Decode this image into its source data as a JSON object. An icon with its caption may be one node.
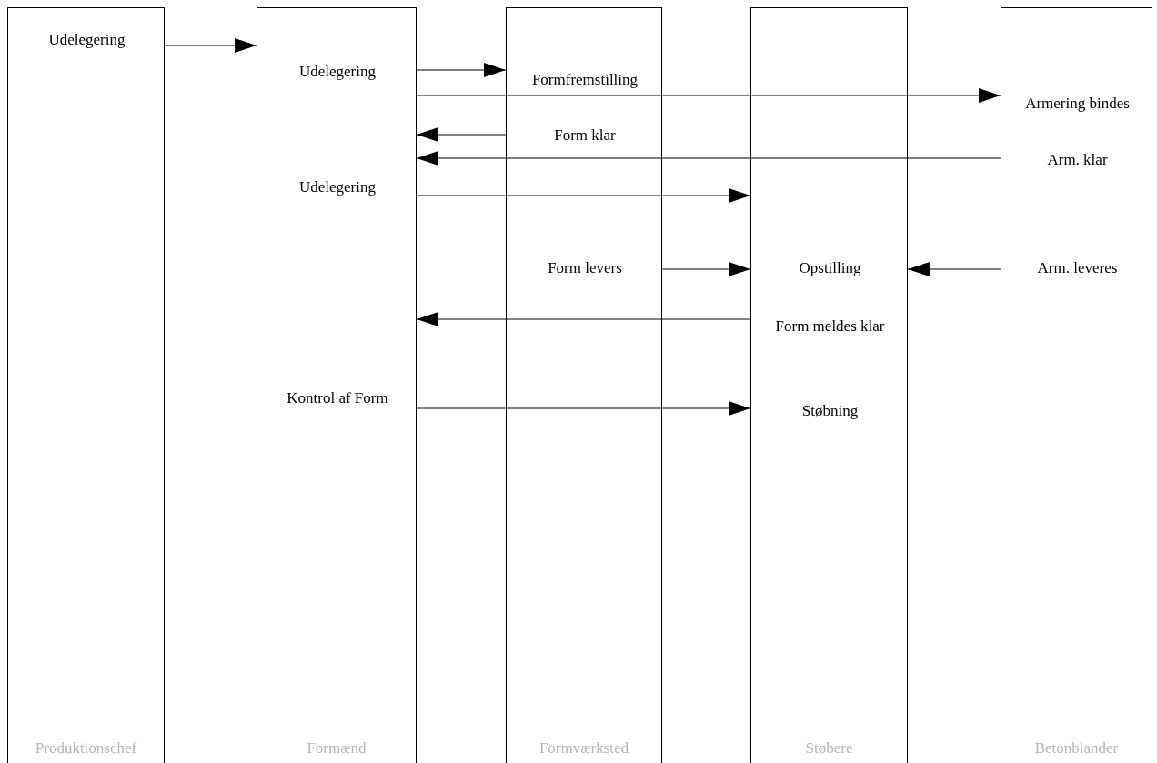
{
  "diagram": {
    "nodes": [
      {
        "text": [
          "Produktionschef"
        ]
      },
      {
        "text": [
          "Udelegering"
        ],
        "in": 0
      },
      {
        "text": [
          "Formænd"
        ]
      },
      {
        "text": [
          "Udelegering"
        ],
        "in": 2
      },
      {
        "text": [
          "Udelegering"
        ],
        "in": 2
      },
      {
        "text": [
          "Kontrol af Form"
        ],
        "in": 2
      },
      {
        "text": [
          "Formværksted"
        ]
      },
      {
        "text": [
          "Formfremstilling"
        ],
        "in": 6
      },
      {
        "text": [
          "Form klar"
        ],
        "in": 6
      },
      {
        "text": [
          "Form levers"
        ],
        "in": 6
      },
      {
        "text": [
          "Støbere"
        ]
      },
      {
        "text": [
          "Opstilling"
        ],
        "in": 10
      },
      {
        "text": [
          "Form meldes klar"
        ],
        "in": 10
      },
      {
        "text": [
          "Støbning"
        ],
        "in": 10
      },
      {
        "text": [
          "Betonblander"
        ]
      },
      {
        "text": [
          "Armering bindes"
        ],
        "in": 14
      },
      {
        "text": [
          "Arm. klar"
        ],
        "in": 14
      },
      {
        "text": [
          "Arm. leveres"
        ],
        "in": 14
      }
    ],
    "edges": [
      {
        "from": 1,
        "to": 3,
        "arrow": "to"
      },
      {
        "from": 3,
        "to": 7,
        "arrow": "to"
      },
      {
        "from": 3,
        "to": 15,
        "arrow": "to"
      },
      {
        "from": 8,
        "to": 2,
        "arrow": "to"
      },
      {
        "from": 16,
        "to": 2,
        "arrow": "to"
      },
      {
        "from": 4,
        "to": 10,
        "arrow": "to"
      },
      {
        "from": 9,
        "to": 11,
        "arrow": "to"
      },
      {
        "from": 17,
        "to": 11,
        "arrow": "to"
      },
      {
        "from": 12,
        "to": 2,
        "arrow": "to"
      },
      {
        "from": 5,
        "to": 13,
        "arrow": "to"
      }
    ]
  }
}
